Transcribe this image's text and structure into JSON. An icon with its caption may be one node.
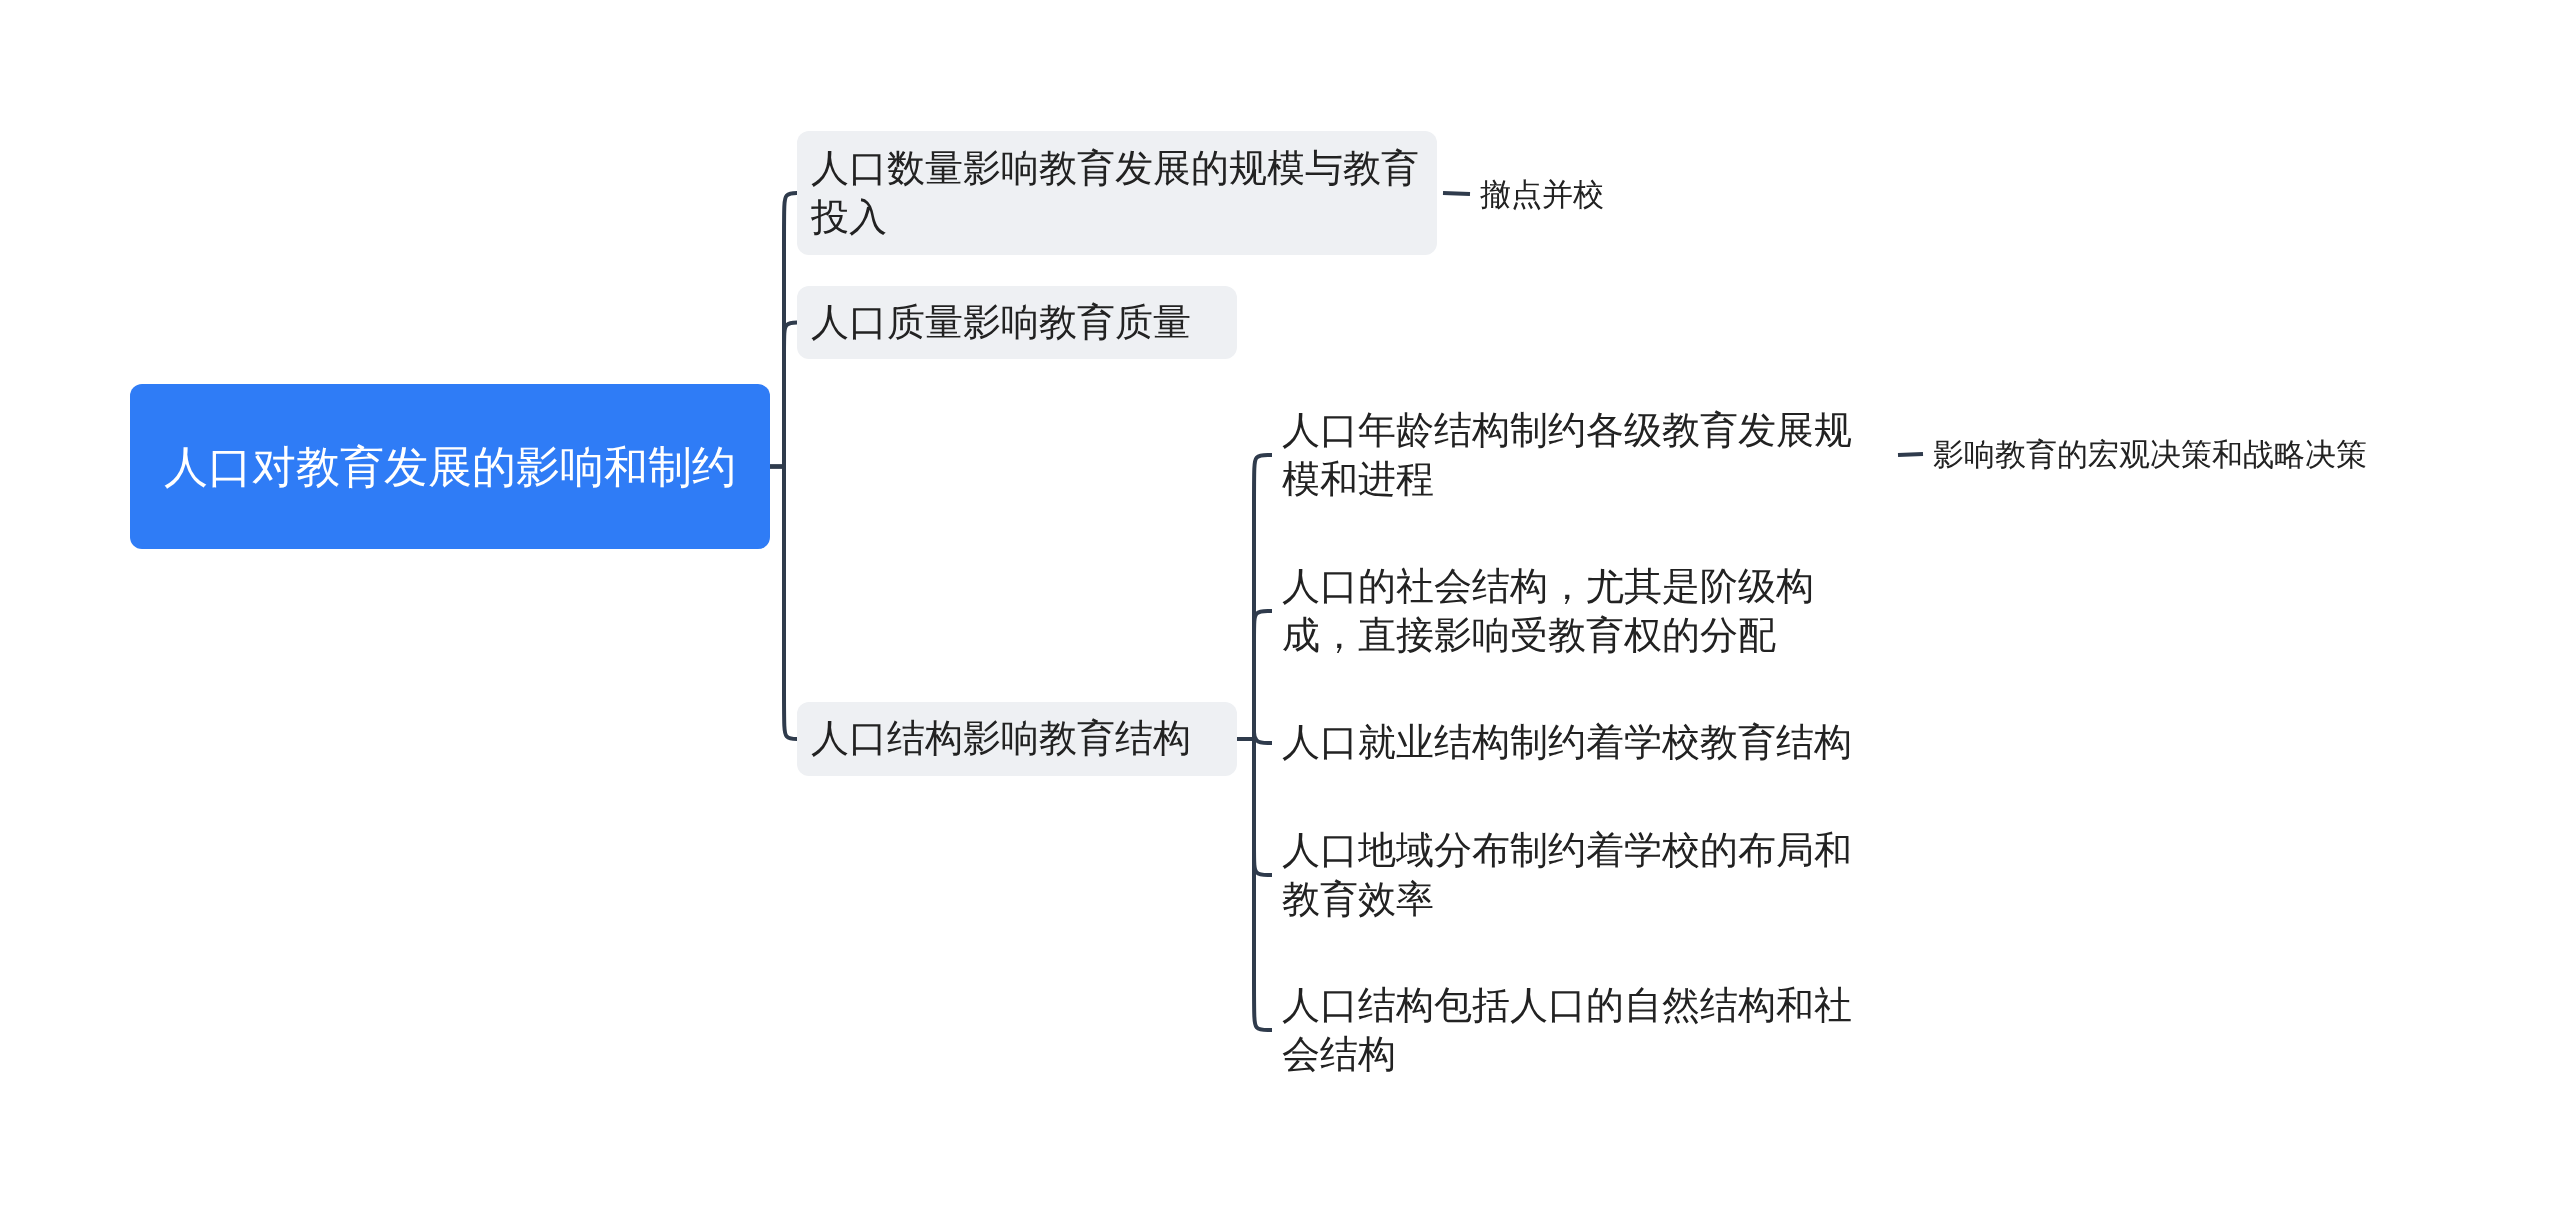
{
  "diagram": {
    "nodes": [
      {
        "text": [
          "人口对教育发展的影响和制约"
        ]
      },
      {
        "text": [
          "人口数量影响教育发展的规模与教育投入"
        ]
      },
      {
        "text": [
          "撤点并校"
        ]
      },
      {
        "text": [
          "人口质量影响教育质量"
        ]
      },
      {
        "text": [
          "人口结构影响教育结构"
        ]
      },
      {
        "text": [
          "人口年龄结构制约各级教育发展规模和进程"
        ]
      },
      {
        "text": [
          "影响教育的宏观决策和战略决策"
        ]
      },
      {
        "text": [
          "人口的社会结构，尤其是阶级构成，直接影响受教育权的分配"
        ]
      },
      {
        "text": [
          "人口就业结构制约着学校教育结构"
        ]
      },
      {
        "text": [
          "人口地域分布制约着学校的布局和教育效率"
        ]
      },
      {
        "text": [
          "人口结构包括人口的自然结构和社会结构"
        ]
      }
    ],
    "edges": [
      {
        "from": 0,
        "to": 1,
        "arrow": "none"
      },
      {
        "from": 1,
        "to": 2,
        "arrow": "none"
      },
      {
        "from": 0,
        "to": 3,
        "arrow": "none"
      },
      {
        "from": 0,
        "to": 4,
        "arrow": "none"
      },
      {
        "from": 4,
        "to": 5,
        "arrow": "none"
      },
      {
        "from": 5,
        "to": 6,
        "arrow": "none"
      },
      {
        "from": 4,
        "to": 7,
        "arrow": "none"
      },
      {
        "from": 4,
        "to": 8,
        "arrow": "none"
      },
      {
        "from": 4,
        "to": 9,
        "arrow": "none"
      },
      {
        "from": 4,
        "to": 10,
        "arrow": "none"
      }
    ]
  }
}
